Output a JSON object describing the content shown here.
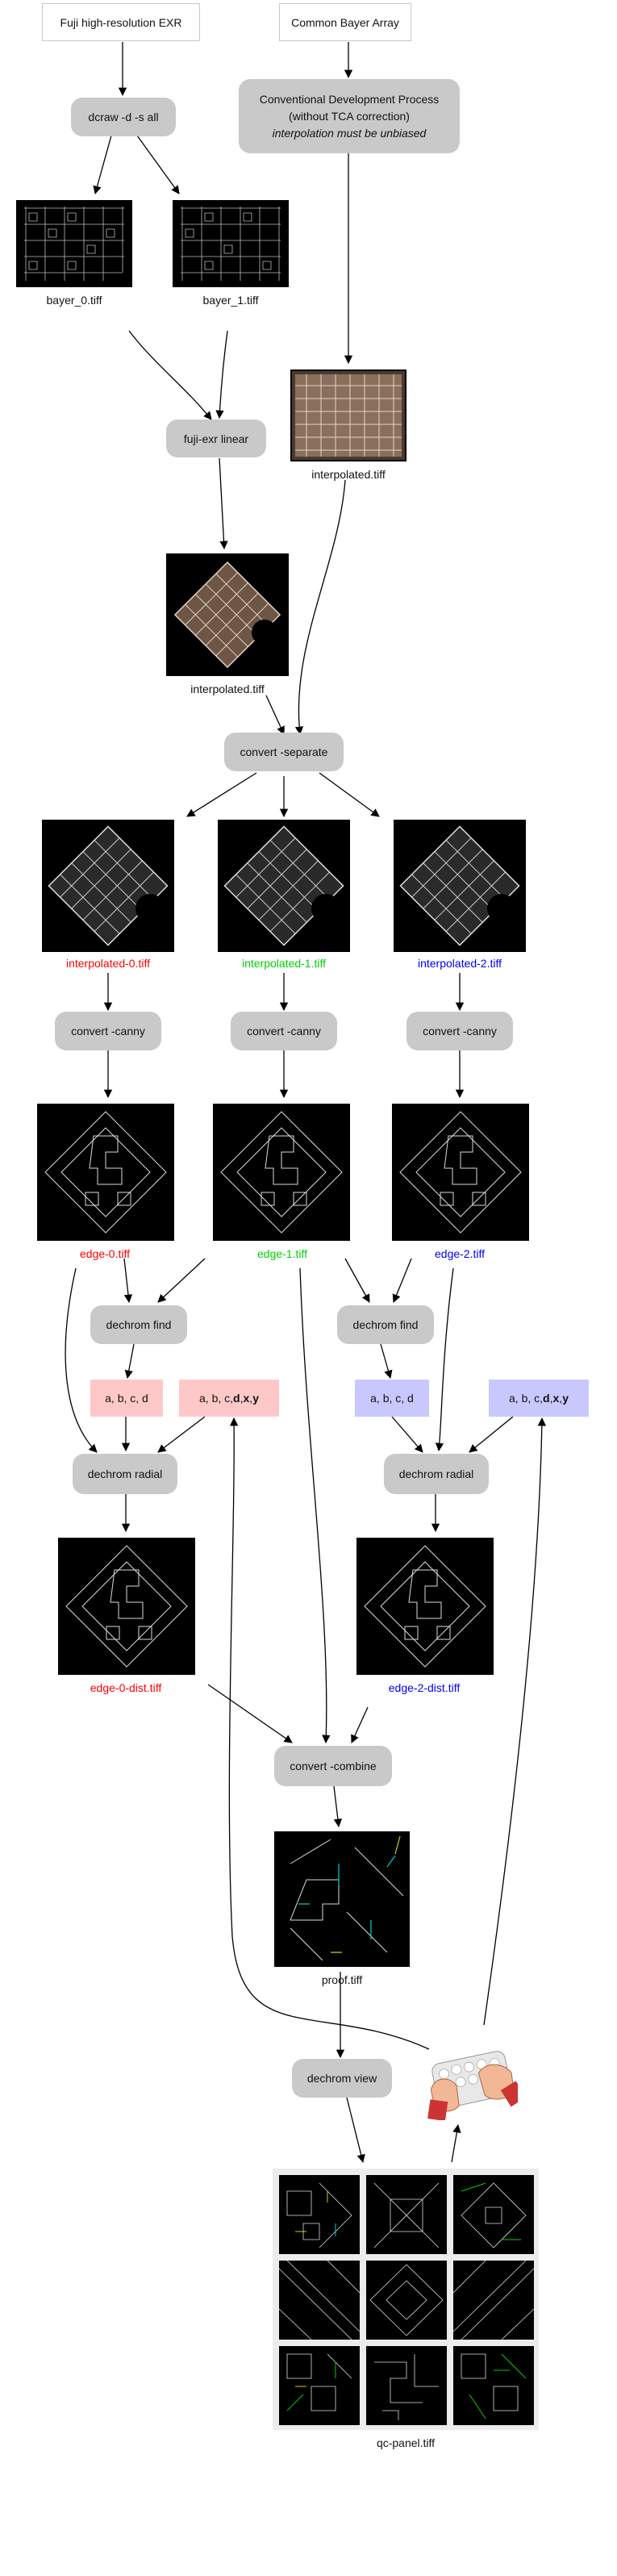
{
  "sources": {
    "fuji": "Fuji high-resolution EXR",
    "bayer": "Common Bayer Array"
  },
  "conventional": {
    "line1": "Conventional Development Process",
    "line2": "(without TCA correction)",
    "line3": "interpolation must be unbiased"
  },
  "processes": {
    "dcraw": "dcraw -d -s all",
    "fujiexr": "fuji-exr linear",
    "separate": "convert -separate",
    "canny0": "convert -canny",
    "canny1": "convert -canny",
    "canny2": "convert -canny",
    "find0": "dechrom find",
    "find2": "dechrom find",
    "radial0": "dechrom radial",
    "radial2": "dechrom radial",
    "combine": "convert -combine",
    "view": "dechrom view"
  },
  "params": {
    "abcd0": "a, b, c, d",
    "abcdxy0_prefix": "a, b, c, ",
    "abcd2": "a, b, c, d",
    "abcdxy2_prefix": "a, b, c, ",
    "d": "d",
    "x": "x",
    "y": "y",
    "sep": ", "
  },
  "files": {
    "bayer0": "bayer_0.tiff",
    "bayer1": "bayer_1.tiff",
    "interp_conv": "interpolated.tiff",
    "interp_fuji": "interpolated.tiff",
    "interp0": "interpolated-0.tiff",
    "interp1": "interpolated-1.tiff",
    "interp2": "interpolated-2.tiff",
    "edge0": "edge-0.tiff",
    "edge1": "edge-1.tiff",
    "edge2": "edge-2.tiff",
    "edge0dist": "edge-0-dist.tiff",
    "edge2dist": "edge-2-dist.tiff",
    "proof": "proof.tiff",
    "qcpanel": "qc-panel.tiff"
  },
  "colors": {
    "channel0": "#ff0000",
    "channel1": "#00d000",
    "channel2": "#0000ff",
    "process_fill": "#c9c9c9",
    "param_red": "#ffc8c8",
    "param_blue": "#c8c8ff"
  },
  "icons": {
    "user": "hands-on-keyboard-icon"
  }
}
